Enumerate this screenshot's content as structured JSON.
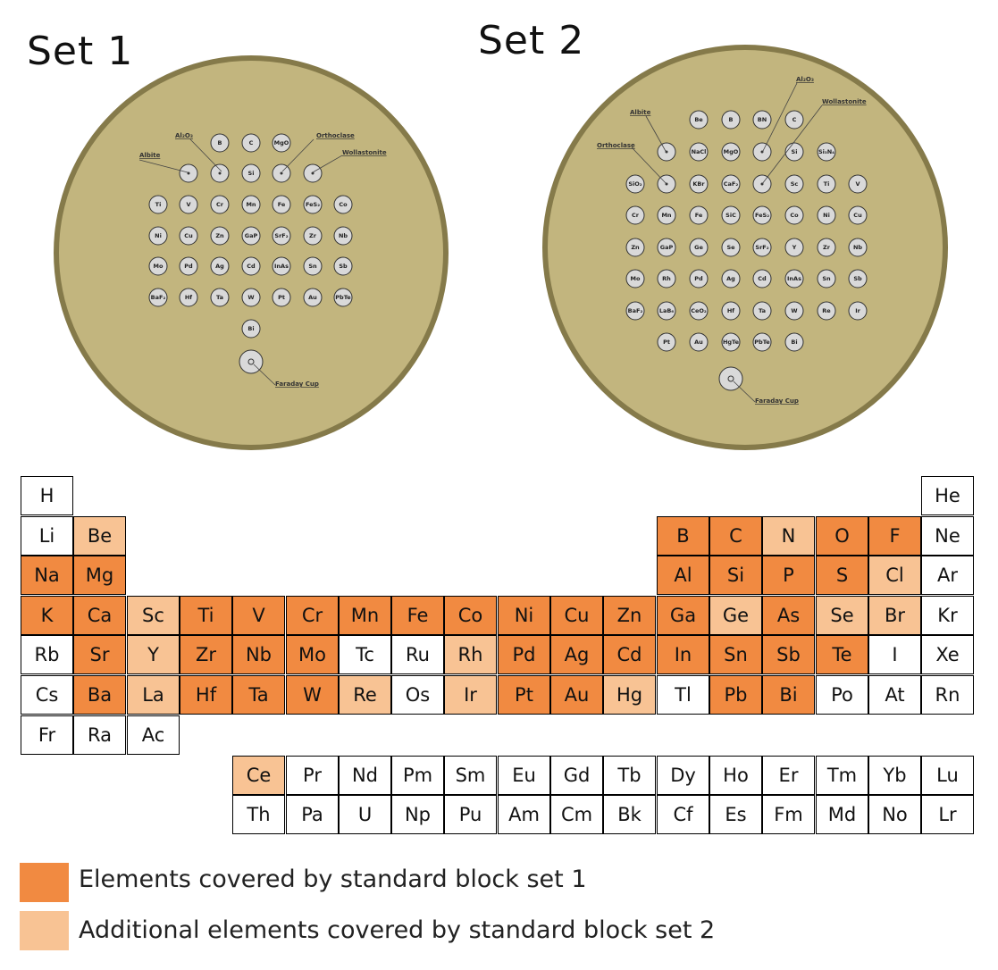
{
  "titles": {
    "set1": "Set 1",
    "set2": "Set 2"
  },
  "colors": {
    "set1": "#f18a41",
    "set2": "#f8c394",
    "none": "#ffffff",
    "disc_fill": "#c2b57e",
    "disc_rim": "#857a4a",
    "well_fill": "#d9d9d9"
  },
  "set1_disc": {
    "rows": [
      [
        "B",
        "C",
        "MgO"
      ],
      [
        "Al2O3",
        "Si"
      ],
      [
        "Ti",
        "V",
        "Cr",
        "Mn",
        "Fe",
        "FeS2",
        "Co"
      ],
      [
        "Ni",
        "Cu",
        "Zn",
        "GaP",
        "SrF2",
        "Zr",
        "Nb"
      ],
      [
        "Mo",
        "Pd",
        "Ag",
        "Cd",
        "InAs",
        "Sn",
        "Sb"
      ],
      [
        "BaF2",
        "Hf",
        "Ta",
        "W",
        "Pt",
        "Au",
        "PbTe"
      ],
      [
        "Bi"
      ]
    ],
    "callouts": [
      "Al₂O₃",
      "Albite",
      "Orthoclase",
      "Wollastonite",
      "Faraday Cup"
    ]
  },
  "set2_disc": {
    "rows": [
      [
        "Be",
        "B",
        "BN",
        "C"
      ],
      [
        "NaCl",
        "MgO",
        "Si",
        "Si3N4"
      ],
      [
        "SiO2",
        "KBr",
        "CaF2",
        "Sc",
        "Ti",
        "V"
      ],
      [
        "Cr",
        "Mn",
        "Fe",
        "SiC",
        "FeS2",
        "Co",
        "Ni",
        "Cu"
      ],
      [
        "Zn",
        "GaP",
        "Ge",
        "Se",
        "SrF2",
        "Y",
        "Zr",
        "Nb"
      ],
      [
        "Mo",
        "Rh",
        "Pd",
        "Ag",
        "Cd",
        "InAs",
        "Sn",
        "Sb"
      ],
      [
        "BaF2",
        "LaB6",
        "CeO2",
        "Hf",
        "Ta",
        "W",
        "Re",
        "Ir"
      ],
      [
        "Pt",
        "Au",
        "HgTe",
        "PbTe",
        "Bi"
      ]
    ],
    "callouts": [
      "Al₂O₃",
      "Wollastonite",
      "Albite",
      "Orthoclase",
      "Faraday Cup"
    ]
  },
  "periodic_table": {
    "main": [
      [
        [
          "H",
          0
        ],
        null,
        null,
        null,
        null,
        null,
        null,
        null,
        null,
        null,
        null,
        null,
        null,
        null,
        null,
        null,
        null,
        [
          "He",
          0
        ]
      ],
      [
        [
          "Li",
          0
        ],
        [
          "Be",
          2
        ],
        null,
        null,
        null,
        null,
        null,
        null,
        null,
        null,
        null,
        null,
        [
          "B",
          1
        ],
        [
          "C",
          1
        ],
        [
          "N",
          2
        ],
        [
          "O",
          1
        ],
        [
          "F",
          1
        ],
        [
          "Ne",
          0
        ]
      ],
      [
        [
          "Na",
          1
        ],
        [
          "Mg",
          1
        ],
        null,
        null,
        null,
        null,
        null,
        null,
        null,
        null,
        null,
        null,
        [
          "Al",
          1
        ],
        [
          "Si",
          1
        ],
        [
          "P",
          1
        ],
        [
          "S",
          1
        ],
        [
          "Cl",
          2
        ],
        [
          "Ar",
          0
        ]
      ],
      [
        [
          "K",
          1
        ],
        [
          "Ca",
          1
        ],
        [
          "Sc",
          2
        ],
        [
          "Ti",
          1
        ],
        [
          "V",
          1
        ],
        [
          "Cr",
          1
        ],
        [
          "Mn",
          1
        ],
        [
          "Fe",
          1
        ],
        [
          "Co",
          1
        ],
        [
          "Ni",
          1
        ],
        [
          "Cu",
          1
        ],
        [
          "Zn",
          1
        ],
        [
          "Ga",
          1
        ],
        [
          "Ge",
          2
        ],
        [
          "As",
          1
        ],
        [
          "Se",
          2
        ],
        [
          "Br",
          2
        ],
        [
          "Kr",
          0
        ]
      ],
      [
        [
          "Rb",
          0
        ],
        [
          "Sr",
          1
        ],
        [
          "Y",
          2
        ],
        [
          "Zr",
          1
        ],
        [
          "Nb",
          1
        ],
        [
          "Mo",
          1
        ],
        [
          "Tc",
          0
        ],
        [
          "Ru",
          0
        ],
        [
          "Rh",
          2
        ],
        [
          "Pd",
          1
        ],
        [
          "Ag",
          1
        ],
        [
          "Cd",
          1
        ],
        [
          "In",
          1
        ],
        [
          "Sn",
          1
        ],
        [
          "Sb",
          1
        ],
        [
          "Te",
          1
        ],
        [
          "I",
          0
        ],
        [
          "Xe",
          0
        ]
      ],
      [
        [
          "Cs",
          0
        ],
        [
          "Ba",
          1
        ],
        [
          "La",
          2
        ],
        [
          "Hf",
          1
        ],
        [
          "Ta",
          1
        ],
        [
          "W",
          1
        ],
        [
          "Re",
          2
        ],
        [
          "Os",
          0
        ],
        [
          "Ir",
          2
        ],
        [
          "Pt",
          1
        ],
        [
          "Au",
          1
        ],
        [
          "Hg",
          2
        ],
        [
          "Tl",
          0
        ],
        [
          "Pb",
          1
        ],
        [
          "Bi",
          1
        ],
        [
          "Po",
          0
        ],
        [
          "At",
          0
        ],
        [
          "Rn",
          0
        ]
      ],
      [
        [
          "Fr",
          0
        ],
        [
          "Ra",
          0
        ],
        [
          "Ac",
          0
        ]
      ]
    ],
    "lanthanides": [
      [
        "Ce",
        2
      ],
      [
        "Pr",
        0
      ],
      [
        "Nd",
        0
      ],
      [
        "Pm",
        0
      ],
      [
        "Sm",
        0
      ],
      [
        "Eu",
        0
      ],
      [
        "Gd",
        0
      ],
      [
        "Tb",
        0
      ],
      [
        "Dy",
        0
      ],
      [
        "Ho",
        0
      ],
      [
        "Er",
        0
      ],
      [
        "Tm",
        0
      ],
      [
        "Yb",
        0
      ],
      [
        "Lu",
        0
      ]
    ],
    "actinides": [
      [
        "Th",
        0
      ],
      [
        "Pa",
        0
      ],
      [
        "U",
        0
      ],
      [
        "Np",
        0
      ],
      [
        "Pu",
        0
      ],
      [
        "Am",
        0
      ],
      [
        "Cm",
        0
      ],
      [
        "Bk",
        0
      ],
      [
        "Cf",
        0
      ],
      [
        "Es",
        0
      ],
      [
        "Fm",
        0
      ],
      [
        "Md",
        0
      ],
      [
        "No",
        0
      ],
      [
        "Lr",
        0
      ]
    ]
  },
  "legend": {
    "set1": "Elements covered by standard block set 1",
    "set2": "Additional elements covered by standard block set 2"
  }
}
